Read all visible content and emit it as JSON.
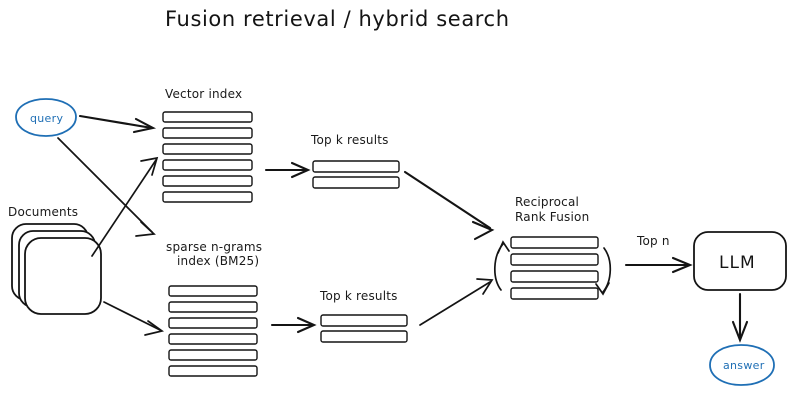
{
  "diagram": {
    "title": "Fusion retrieval / hybrid search",
    "nodes": {
      "query": {
        "label": "query",
        "color": "#1f6fb5",
        "shape": "ellipse"
      },
      "documents": {
        "label": "Documents",
        "shape": "document-stack",
        "count": 3
      },
      "vector_index": {
        "label": "Vector index",
        "bars": 6
      },
      "sparse_index": {
        "label_line1": "sparse n-grams",
        "label_line2": "index (BM25)",
        "bars": 6
      },
      "topk_vector": {
        "label": "Top k results",
        "bars": 2
      },
      "topk_sparse": {
        "label": "Top k results",
        "bars": 2
      },
      "rrf": {
        "label_line1": "Reciprocal",
        "label_line2": "Rank Fusion",
        "bars": 4
      },
      "llm": {
        "label": "LLM",
        "shape": "rounded-rect"
      },
      "answer": {
        "label": "answer",
        "color": "#1f6fb5",
        "shape": "ellipse"
      }
    },
    "edge_labels": {
      "top_n": "Top n"
    },
    "colors": {
      "ink": "#141414",
      "accent_blue": "#1f6fb5",
      "background": "#ffffff"
    }
  }
}
